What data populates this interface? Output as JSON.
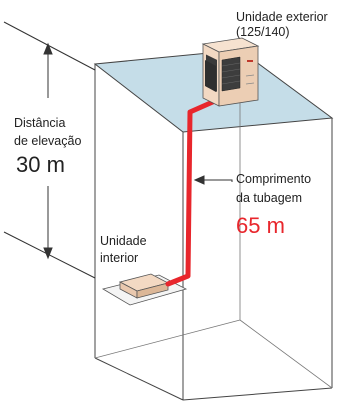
{
  "outdoor_unit": {
    "label_line1": "Unidade exterior",
    "label_line2": "(125/140)"
  },
  "elevation": {
    "label_line1": "Distância",
    "label_line2": "de elevação",
    "value": "30 m"
  },
  "pipe": {
    "label_line1": "Comprimento",
    "label_line2": "da tubagem",
    "value": "65 m"
  },
  "indoor_unit": {
    "label_line1": "Unidade",
    "label_line2": "interior"
  },
  "colors": {
    "pipe": "#e8262c",
    "roof": "#c5dde8",
    "unit": "#f3d9c3",
    "outline": "#444444"
  },
  "icons": [
    "outdoor-unit-icon",
    "indoor-unit-icon"
  ]
}
